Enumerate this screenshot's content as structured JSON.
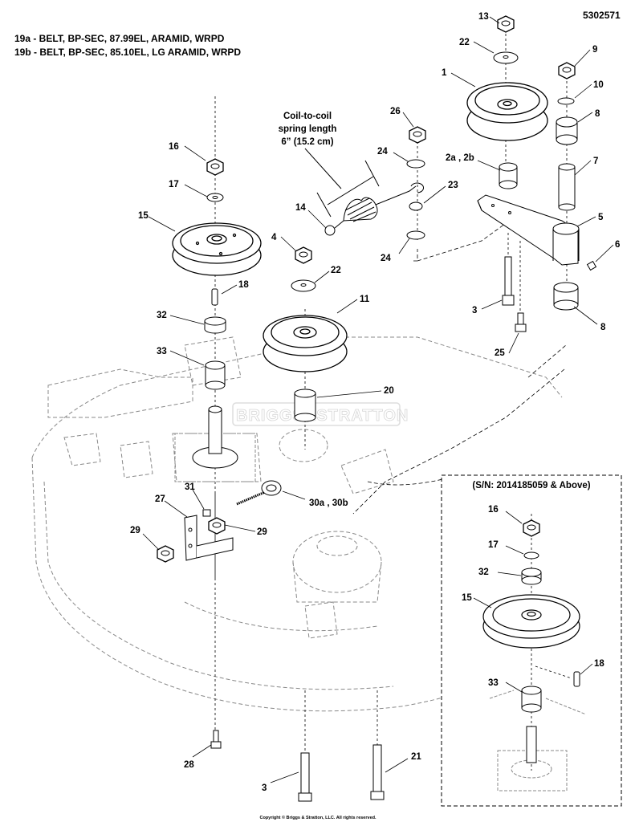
{
  "header": {
    "line_19a": "19a - BELT, BP-SEC, 87.99EL, ARAMID, WRPD",
    "line_19b": "19b - BELT, BP-SEC, 85.10EL, LG ARAMID, WRPD",
    "part_number": "5302571"
  },
  "spring_note": {
    "line1": "Coil-to-coil",
    "line2": "spring length",
    "line3": "6” (15.2 cm)"
  },
  "inset": {
    "title": "(S/N: 2014185059 & Above)",
    "callouts": [
      "16",
      "17",
      "32",
      "15",
      "18",
      "33"
    ]
  },
  "callouts": [
    "13",
    "22",
    "9",
    "1",
    "10",
    "26",
    "8",
    "16",
    "24",
    "2a , 2b",
    "7",
    "17",
    "23",
    "14",
    "15",
    "5",
    "4",
    "22",
    "24",
    "6",
    "18",
    "11",
    "3",
    "32",
    "8",
    "33",
    "25",
    "20",
    "31",
    "27",
    "30a , 30b",
    "29",
    "29",
    "28",
    "3",
    "21"
  ],
  "watermark": "BRIGGS&STRATTON",
  "footer": {
    "copyright": "Copyright © Briggs & Stratton, LLC. All rights reserved."
  }
}
